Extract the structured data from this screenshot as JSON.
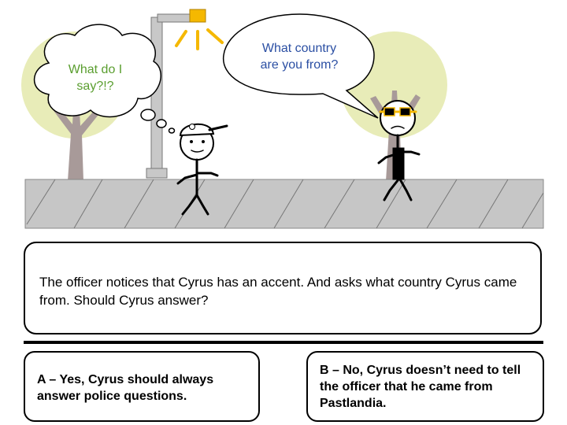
{
  "scene": {
    "thought_bubble": {
      "line1": "What do I",
      "line2": "say?!?"
    },
    "speech_bubble": {
      "line1": "What country",
      "line2": "are you from?"
    }
  },
  "narration": "The officer notices that Cyrus has an accent.  And asks what country Cyrus came from.  Should Cyrus answer?",
  "choices": {
    "a": {
      "label": "A – Yes, Cyrus should always answer police questions."
    },
    "b": {
      "label": "B – No, Cyrus doesn’t need to tell the officer that he came from Pastlandia."
    }
  },
  "colors": {
    "thought_text": "#5a9e2f",
    "speech_text": "#2b4fa3",
    "tree": "#e8ecb8",
    "sidewalk": "#c6c6c6",
    "lamp_light": "#f5b800"
  }
}
